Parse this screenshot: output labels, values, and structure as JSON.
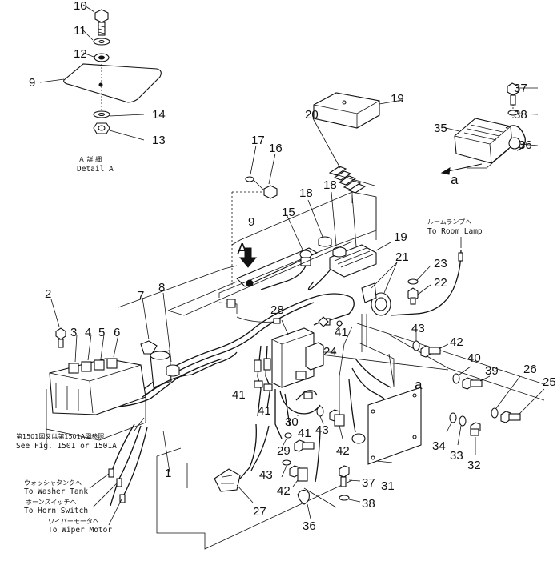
{
  "detail": {
    "title_jp": "Ａ 詳 細",
    "title": "Detail A"
  },
  "arrow_label": "A",
  "ref_label": "a",
  "notes": {
    "room_lamp_jp": "ルームランプへ",
    "room_lamp": "To Room Lamp",
    "see_fig_jp": "第1501図又は第1501A図参照",
    "see_fig": "See Fig. 1501 or 1501A",
    "washer_jp": "ウォッシャタンクへ",
    "washer": "To Washer Tank",
    "horn_jp": "ホーンスイッチへ",
    "horn": "To Horn Switch",
    "wiper_jp": "ワイパーモータへ",
    "wiper": "To Wiper Motor"
  },
  "callouts": [
    "1",
    "2",
    "3",
    "4",
    "5",
    "6",
    "7",
    "8",
    "9",
    "9",
    "10",
    "11",
    "12",
    "13",
    "14",
    "15",
    "16",
    "17",
    "18",
    "18",
    "19",
    "19",
    "20",
    "21",
    "22",
    "23",
    "24",
    "25",
    "26",
    "27",
    "28",
    "29",
    "30",
    "31",
    "32",
    "33",
    "34",
    "35",
    "36",
    "36",
    "37",
    "37",
    "38",
    "38",
    "39",
    "40",
    "41",
    "41",
    "41",
    "42",
    "42",
    "42",
    "43",
    "43",
    "43"
  ]
}
